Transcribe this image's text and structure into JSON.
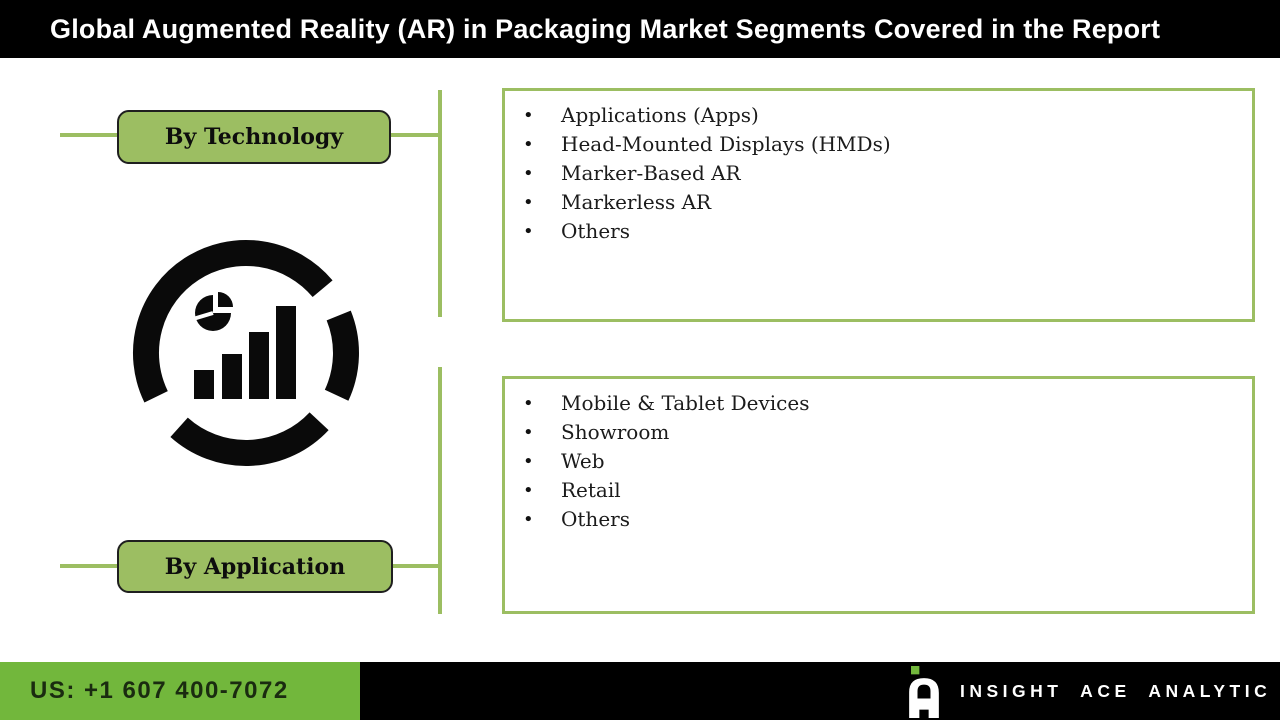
{
  "header": {
    "title": "Global Augmented Reality (AR) in Packaging Market Segments Covered in the Report"
  },
  "diagram": {
    "center_icon": "analytics-chart-ring-icon",
    "sections": [
      {
        "button": "By Technology",
        "items": [
          "Applications (Apps)",
          "Head-Mounted Displays (HMDs)",
          "Marker-Based AR",
          "Markerless AR",
          "Others"
        ]
      },
      {
        "button": "By Application",
        "items": [
          "Mobile & Tablet Devices",
          "Showroom",
          "Web",
          "Retail",
          "Others"
        ]
      }
    ]
  },
  "footer": {
    "phone": "US: +1 607 400-7072",
    "brand": "INSIGHT ACE ANALYTIC"
  },
  "colors": {
    "accent_green": "#9CBE62",
    "footer_green": "#72B73C",
    "bar_black": "#000000",
    "text_white": "#ffffff",
    "text_dark": "#1b1b1b"
  }
}
